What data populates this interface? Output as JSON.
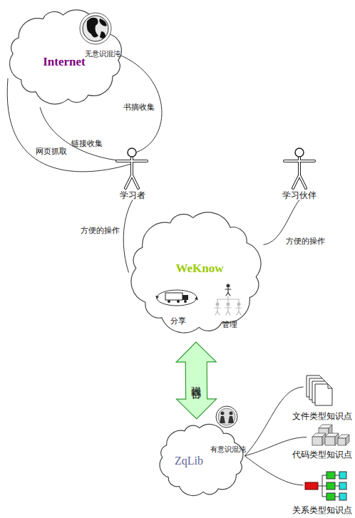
{
  "diagram": {
    "nodes": [
      {
        "text": [
          "无意识混沌",
          "Internet"
        ]
      },
      {
        "text": [
          "学习者"
        ]
      },
      {
        "text": [
          "学习伙伴"
        ]
      },
      {
        "text": [
          "WeKnow"
        ]
      },
      {
        "text": [
          "分享"
        ],
        "in": 3
      },
      {
        "text": [
          "管理"
        ],
        "in": 3
      },
      {
        "text": [
          "有意识混沌",
          "ZqLib"
        ]
      },
      {
        "text": [
          "文件类型知识点"
        ]
      },
      {
        "text": [
          "代码类型知识点"
        ]
      },
      {
        "text": [
          "关系类型知识点"
        ]
      }
    ],
    "edges": [
      {
        "from": 0,
        "to": 1,
        "label": "书摘收集",
        "arrow": "none"
      },
      {
        "from": 0,
        "to": 1,
        "label": "链接收集",
        "arrow": "none"
      },
      {
        "from": 0,
        "to": 1,
        "label": "网页抓取",
        "arrow": "none"
      },
      {
        "from": 1,
        "to": 3,
        "label": "方便的操作",
        "arrow": "none"
      },
      {
        "from": 2,
        "to": 3,
        "label": "方便的操作",
        "arrow": "none"
      },
      {
        "from": 3,
        "to": 6,
        "label": "强耦合",
        "arrow": "both"
      },
      {
        "from": 6,
        "to": 7,
        "arrow": "none"
      },
      {
        "from": 6,
        "to": 8,
        "arrow": "none"
      },
      {
        "from": 6,
        "to": 9,
        "arrow": "none"
      }
    ]
  }
}
